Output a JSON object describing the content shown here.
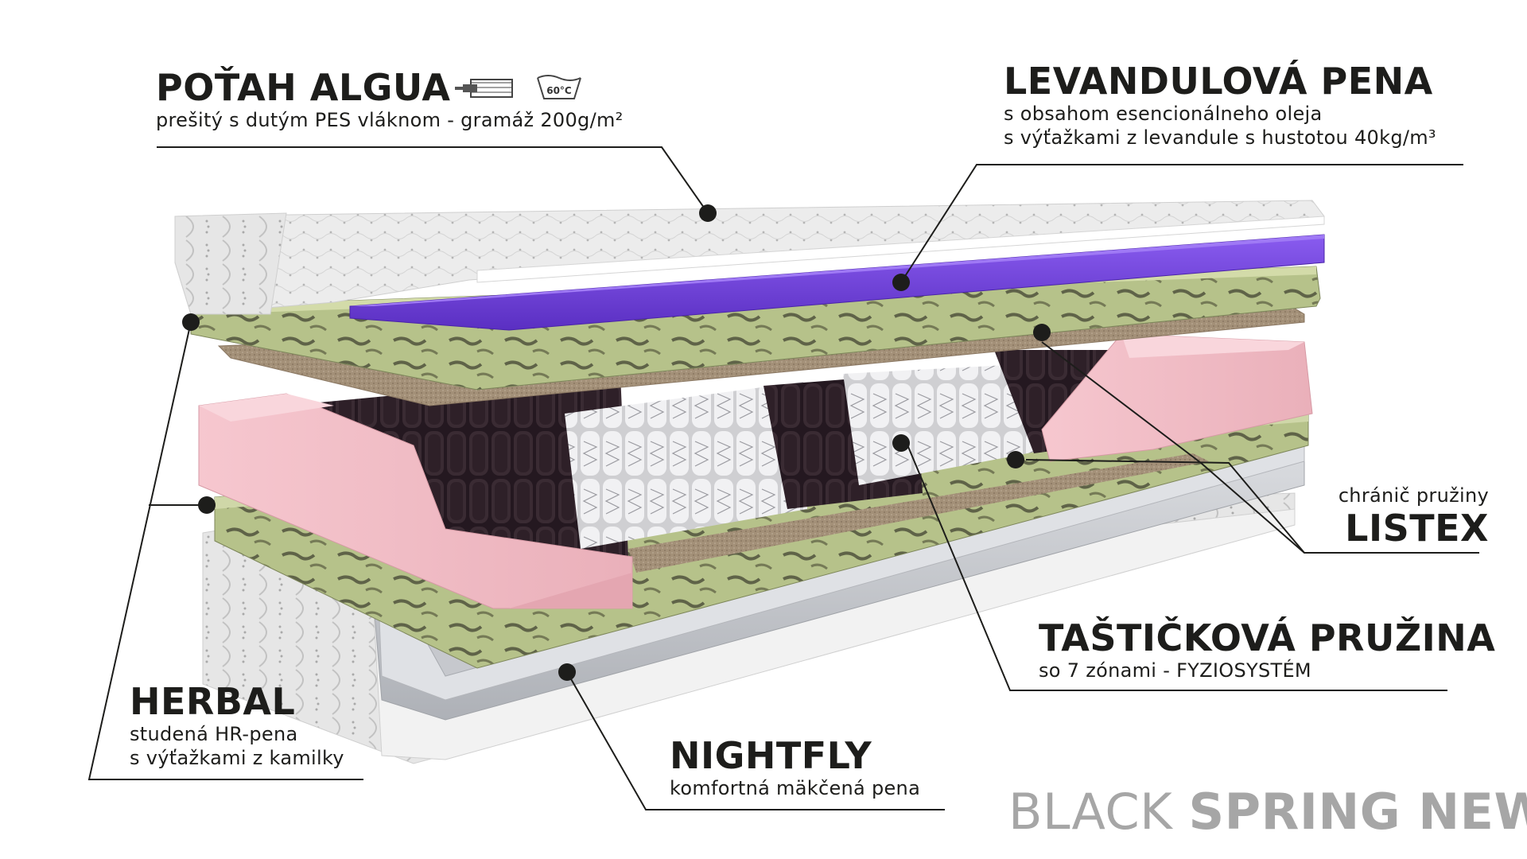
{
  "labels": {
    "cover": {
      "title": "POŤAH ALGUA",
      "desc": "prešitý s dutým PES vláknom - gramáž 200g/m²",
      "wash_icon": "60°C"
    },
    "lavender": {
      "title": "LEVANDULOVÁ PENA",
      "desc1": "s obsahom esencionálneho oleja",
      "desc2": "s výťažkami z levandule s hustotou 40kg/m³"
    },
    "listex": {
      "desc": "chránič pružiny",
      "title": "LISTEX"
    },
    "springs": {
      "title": "TAŠTIČKOVÁ PRUŽINA",
      "desc": "so 7 zónami - FYZIOSYSTÉM"
    },
    "herbal": {
      "title": "HERBAL",
      "desc1": "studená HR-pena",
      "desc2": "s výťažkami z kamilky"
    },
    "nightfly": {
      "title": "NIGHTFLY",
      "desc": "komfortná mäkčená pena"
    }
  },
  "brand": {
    "part1": "BLACK ",
    "part2": "SPRING NEW"
  },
  "colors": {
    "cover": "#e8e8e8",
    "lavender": "#6b3fd4",
    "herbal": "#b9c48c",
    "listex": "#9c8b78",
    "pink_frame": "#f2bcc4",
    "springs_dark": "#2a1c22",
    "nightfly": "#c9ccd2",
    "brand_gray": "#a6a6a6",
    "text": "#1d1d1b"
  }
}
